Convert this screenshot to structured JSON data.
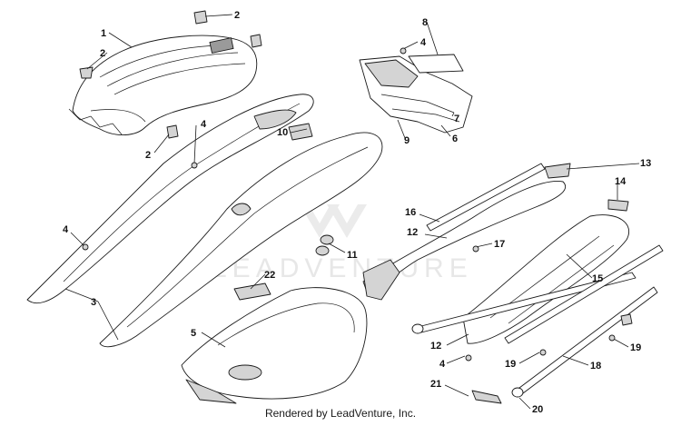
{
  "watermark": "LEADVENTURE",
  "footer": "Rendered by LeadVenture, Inc.",
  "callouts": [
    "1",
    "2",
    "2",
    "2",
    "4",
    "3",
    "4",
    "5",
    "22",
    "11",
    "10",
    "8",
    "4",
    "7",
    "6",
    "9",
    "13",
    "14",
    "16",
    "12",
    "17",
    "15",
    "12",
    "4",
    "19",
    "18",
    "19",
    "21",
    "20"
  ]
}
